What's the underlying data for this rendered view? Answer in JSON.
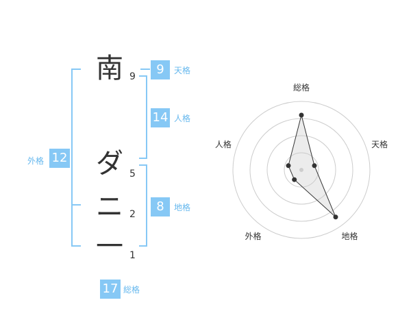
{
  "name": {
    "characters": [
      {
        "char": "南",
        "strokes": "9"
      },
      {
        "char": "ダ",
        "strokes": "5"
      },
      {
        "char": "ニ",
        "strokes": "2"
      },
      {
        "char": "一",
        "strokes": "1"
      }
    ]
  },
  "fortune": {
    "tenkaku": {
      "label": "天格",
      "value": "9"
    },
    "jinkaku": {
      "label": "人格",
      "value": "14"
    },
    "chikaku": {
      "label": "地格",
      "value": "8"
    },
    "gaikaku": {
      "label": "外格",
      "value": "12"
    },
    "soukaku": {
      "label": "総格",
      "value": "17"
    }
  },
  "colors": {
    "accent": "#86c8f5",
    "label": "#66b8ee",
    "text": "#333333"
  },
  "chart_data": {
    "type": "radar",
    "axes": [
      "総格",
      "天格",
      "地格",
      "外格",
      "人格"
    ],
    "levels": 4,
    "range": [
      0,
      4
    ],
    "values": [
      3.2,
      0.8,
      3.4,
      0.7,
      0.8
    ]
  }
}
